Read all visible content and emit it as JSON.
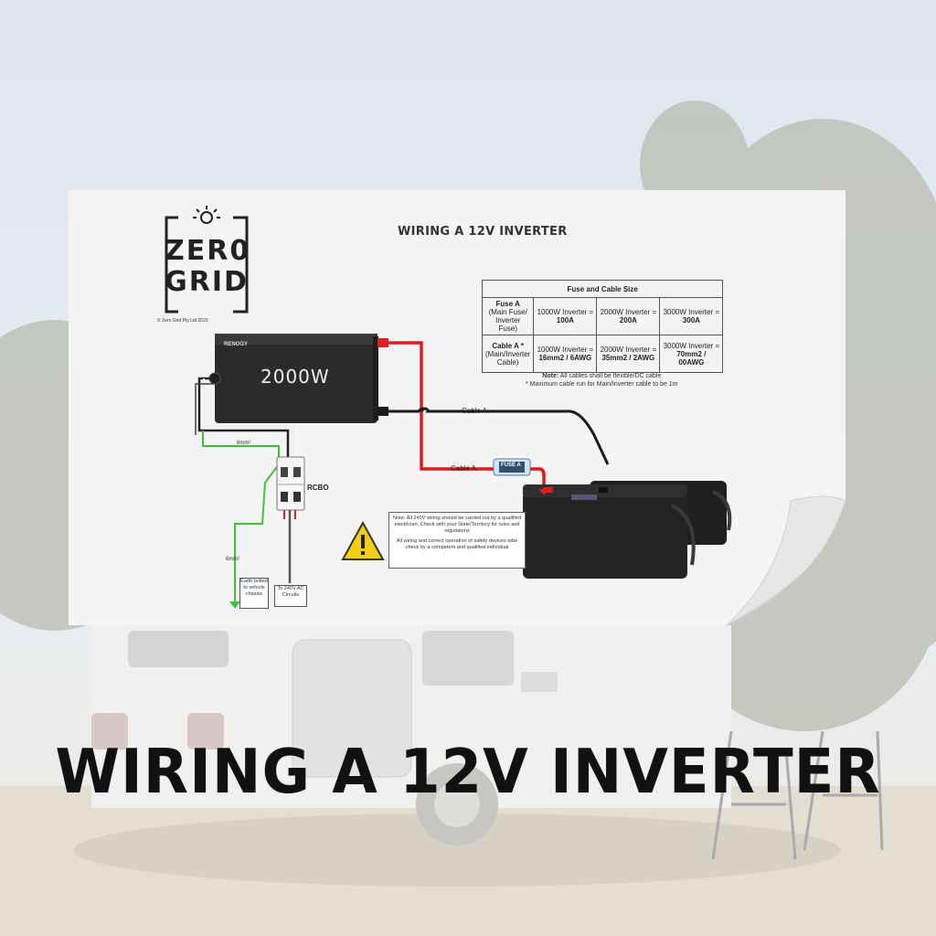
{
  "colors": {
    "sky": "#e3ebf3",
    "sheet": "#f4f4f4",
    "positive_cable": "#e11b1b",
    "negative_cable": "#1a1a1a",
    "earth_cable": "#3cc43c",
    "battery": "#222222",
    "warning": "#f2cf10"
  },
  "logo": {
    "line1": "ZER0",
    "line2": "GRID"
  },
  "copyright": "© Zero Grid Pty Ltd 2023",
  "diagram_title": "WIRING A 12V INVERTER",
  "inverter": {
    "brand": "RENOGY",
    "rating": "2000W"
  },
  "table": {
    "title": "Fuse and Cable Size",
    "rows": [
      {
        "label": "Fuse A",
        "sub": "(Main Fuse/ Inverter Fuse)",
        "cells": [
          {
            "top": "1000W Inverter =",
            "val": "100A"
          },
          {
            "top": "2000W Inverter =",
            "val": "200A"
          },
          {
            "top": "3000W Inverter =",
            "val": "300A"
          }
        ]
      },
      {
        "label": "Cable A *",
        "sub": "(Main/Inverter Cable)",
        "cells": [
          {
            "top": "1000W Inverter =",
            "val": "16mm2 / 6AWG"
          },
          {
            "top": "2000W Inverter =",
            "val": "35mm2 / 2AWG"
          },
          {
            "top": "3000W Inverter =",
            "val": "70mm2 / 00AWG"
          }
        ]
      }
    ]
  },
  "notes": {
    "line1_bold": "Note:",
    "line1": " All cables shall be flexible/DC cable",
    "line2": "* Maximum cable run for Main/Inverter cable to be 1m"
  },
  "labels": {
    "cable_a_top": "Cable A",
    "cable_a_bottom": "Cable A",
    "fuse": "FUSE A",
    "rcbo": "RCBO",
    "wire_6mm": "6mm²",
    "wire_6mm_b": "6mm²",
    "earth": "Earth bolted to vehicle chassis",
    "ac": "To 240V AC Circuits"
  },
  "warning_note": {
    "p1": "Note: All 240V wiring should be carried out by a qualified electrician. Check with your State/Territory for rules and regulations",
    "p2": "All wiring and correct operation of safety devices tobe check by a competent and qualified individual"
  },
  "headline": "WIRING A 12V INVERTER"
}
